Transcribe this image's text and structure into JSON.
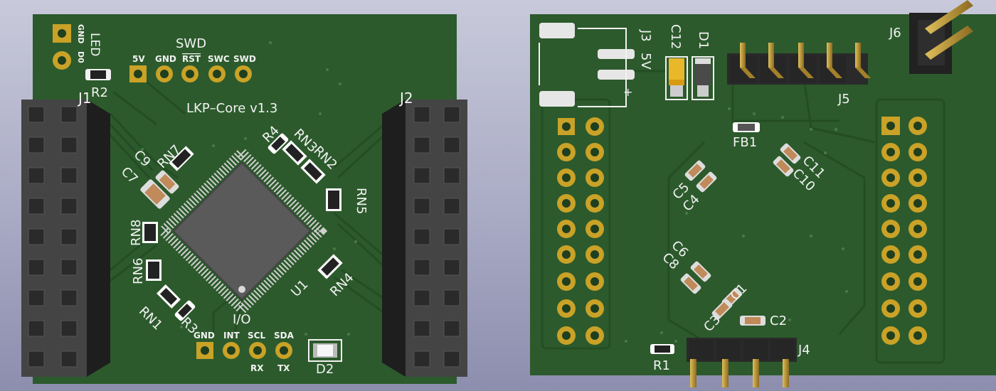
{
  "left_board": {
    "title": "LKP–Core v1.3",
    "led": {
      "label": "LED",
      "pins": [
        "GND",
        "D0"
      ]
    },
    "swd": {
      "label": "SWD",
      "pins": [
        "5V",
        "GND",
        "RST",
        "SWC",
        "SWD"
      ]
    },
    "io": {
      "label": "I/O",
      "pins": [
        "GND",
        "INT",
        "SCL",
        "SDA"
      ],
      "sub_labels": [
        "RX",
        "TX"
      ]
    },
    "components": [
      "J1",
      "J2",
      "R2",
      "R3",
      "RN1",
      "RN2",
      "RN3",
      "RN4",
      "RN5",
      "RN6",
      "RN7",
      "RN8",
      "R4",
      "C7",
      "C9",
      "U1",
      "D2"
    ]
  },
  "right_board": {
    "components": [
      "J3",
      "J4",
      "J5",
      "J6",
      "C12",
      "D1",
      "FB1",
      "C11",
      "C10",
      "C5",
      "C4",
      "C6",
      "C8",
      "C1",
      "C3",
      "C2",
      "R1"
    ],
    "j3_labels": [
      "5V",
      "+"
    ]
  },
  "colors": {
    "pcb": "#2c5a2c",
    "pcb_trace": "#234a23",
    "silkscreen": "#f2f2f2",
    "pad_gold": "#c9a227",
    "header_body": "#444444",
    "background": "#b0b1c8"
  }
}
